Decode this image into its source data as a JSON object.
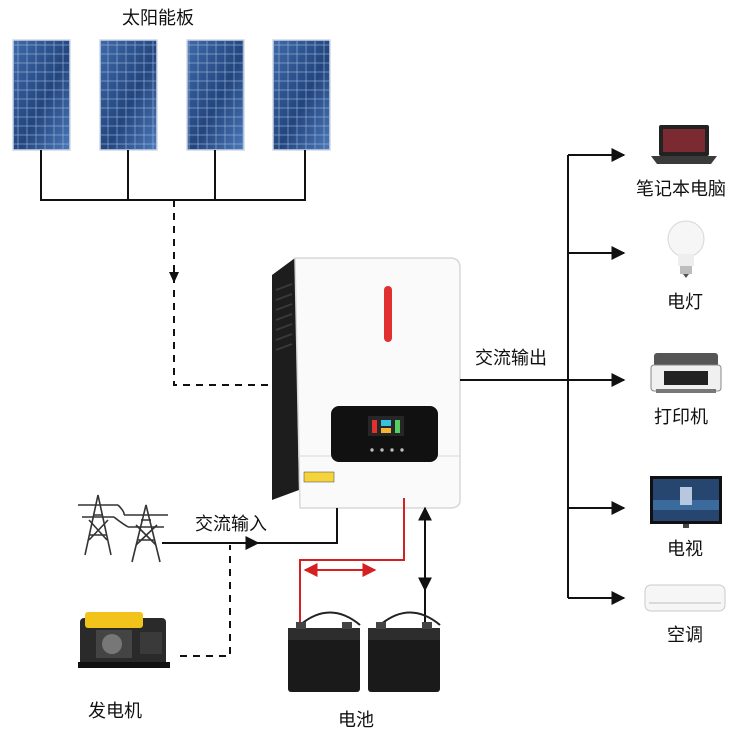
{
  "labels": {
    "solar_panels": "太阳能板",
    "laptop": "笔记本电脑",
    "lamp": "电灯",
    "printer": "打印机",
    "tv": "电视",
    "air_conditioner": "空调",
    "ac_output": "交流输出",
    "ac_input": "交流输入",
    "generator": "发电机",
    "battery": "电池"
  },
  "icons": {
    "solar": "solar-panel-icon",
    "inverter": "inverter-icon",
    "grid": "power-tower-icon",
    "generator": "generator-icon",
    "battery": "battery-icon",
    "laptop": "laptop-icon",
    "lamp": "light-bulb-icon",
    "printer": "printer-icon",
    "tv": "tv-icon",
    "air_conditioner": "air-conditioner-icon"
  },
  "colors": {
    "line": "#111111",
    "battery_link": "#d42020",
    "accent": "#e03030",
    "panel_blue": "#2b4f8a"
  }
}
